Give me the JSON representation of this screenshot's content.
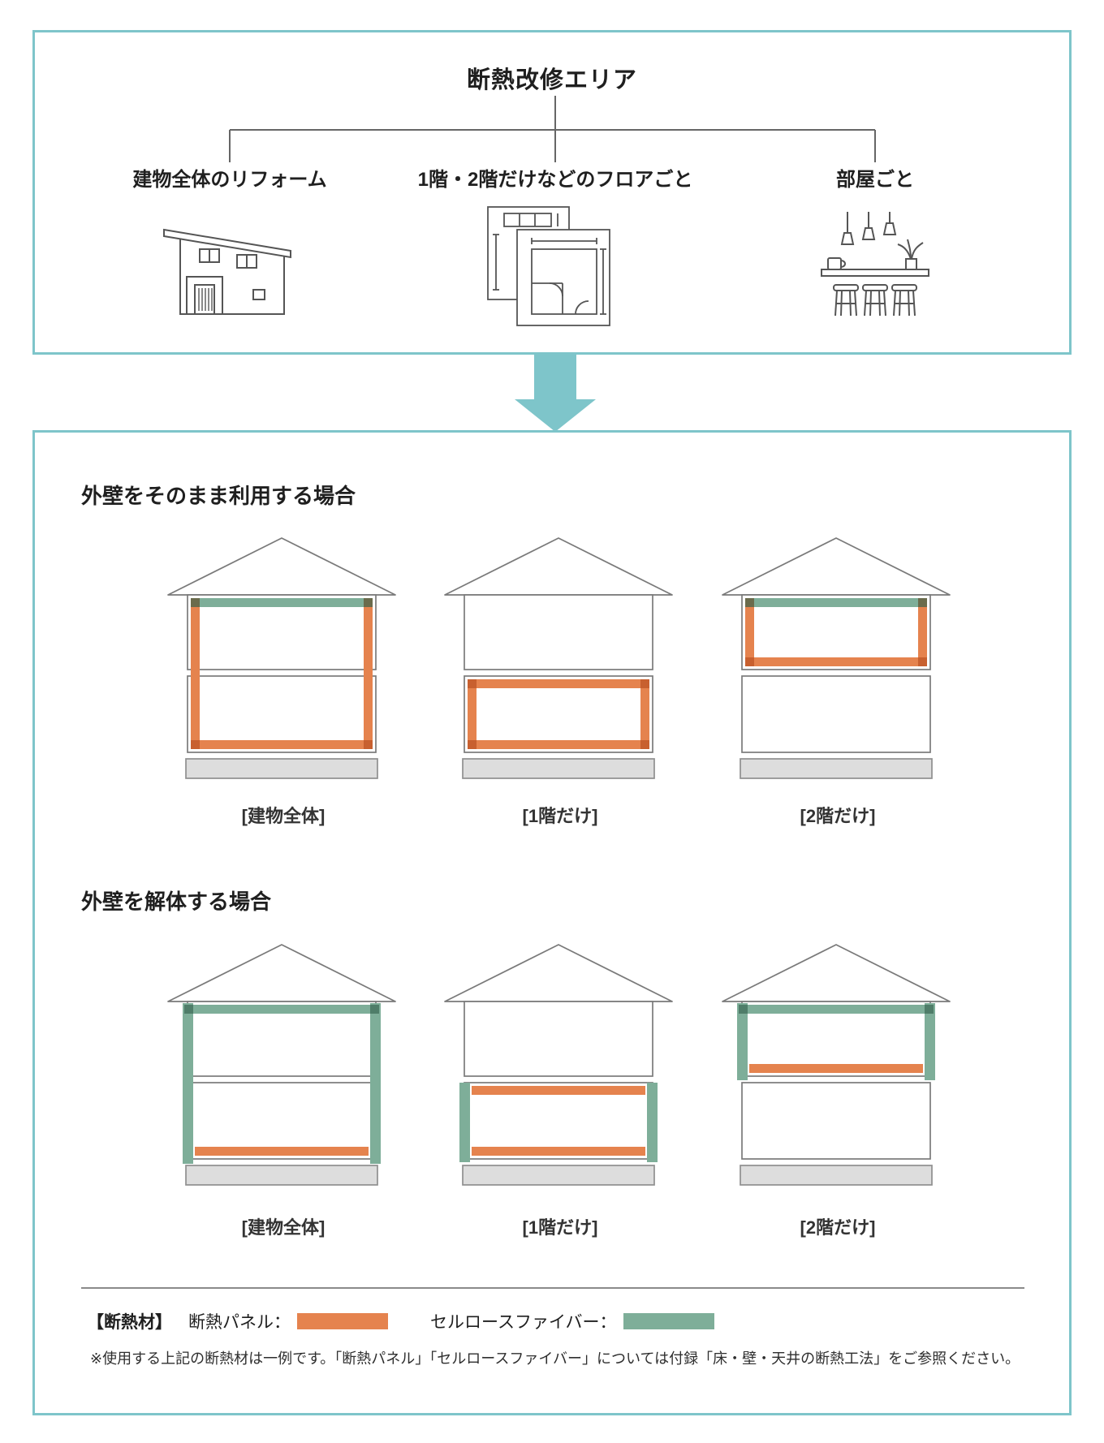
{
  "colors": {
    "accent_teal": "#7EC5CA",
    "panel_orange": "#E5834E",
    "cellulose_green": "#7EAE99",
    "foundation_gray": "#DDDDDD"
  },
  "flow": {
    "title": "断熱改修エリア",
    "options": [
      {
        "label": "建物全体のリフォーム",
        "icon": "house-icon"
      },
      {
        "label": "1階・2階だけなどのフロアごと",
        "icon": "floorplan-icon"
      },
      {
        "label": "部屋ごと",
        "icon": "room-icon"
      }
    ]
  },
  "sections": [
    {
      "heading": "外壁をそのまま利用する場合",
      "houses": [
        {
          "label": "[建物全体]",
          "parts": [
            {
              "part": "ceiling-2f",
              "material": "cellulose"
            },
            {
              "part": "walls-full-inner",
              "material": "panel"
            },
            {
              "part": "floor-1f",
              "material": "panel"
            }
          ]
        },
        {
          "label": "[1階だけ]",
          "parts": [
            {
              "part": "ceiling-1f",
              "material": "panel"
            },
            {
              "part": "walls-1f-inner",
              "material": "panel"
            },
            {
              "part": "floor-1f",
              "material": "panel"
            }
          ]
        },
        {
          "label": "[2階だけ]",
          "parts": [
            {
              "part": "ceiling-2f",
              "material": "cellulose"
            },
            {
              "part": "walls-2f-inner",
              "material": "panel"
            },
            {
              "part": "floor-2f",
              "material": "panel"
            }
          ]
        }
      ]
    },
    {
      "heading": "外壁を解体する場合",
      "houses": [
        {
          "label": "[建物全体]",
          "parts": [
            {
              "part": "ceiling-2f-wide",
              "material": "cellulose"
            },
            {
              "part": "walls-full-outer",
              "material": "cellulose"
            },
            {
              "part": "floor-1f-between",
              "material": "panel"
            }
          ]
        },
        {
          "label": "[1階だけ]",
          "parts": [
            {
              "part": "ceiling-1f-between",
              "material": "panel"
            },
            {
              "part": "walls-1f-outer",
              "material": "cellulose"
            },
            {
              "part": "floor-1f-between",
              "material": "panel"
            }
          ]
        },
        {
          "label": "[2階だけ]",
          "parts": [
            {
              "part": "ceiling-2f-wide",
              "material": "cellulose"
            },
            {
              "part": "walls-2f-outer",
              "material": "cellulose"
            },
            {
              "part": "floor-2f-between",
              "material": "panel"
            }
          ]
        }
      ]
    }
  ],
  "legend": {
    "title": "【断熱材】",
    "items": [
      {
        "label": "断熱パネル：",
        "material": "panel"
      },
      {
        "label": "セルロースファイバー：",
        "material": "cellulose"
      }
    ],
    "note": "※使用する上記の断熱材は一例です。「断熱パネル」「セルロースファイバー」については付録「床・壁・天井の断熱工法」をご参照ください。"
  }
}
